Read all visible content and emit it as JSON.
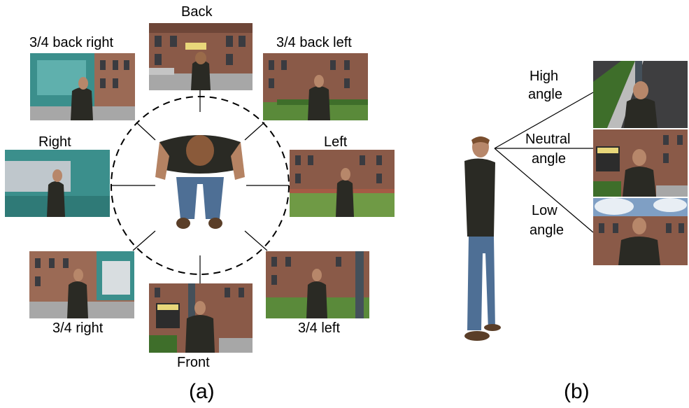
{
  "panel_a": {
    "views": {
      "back": "Back",
      "back_right": "3/4 back right",
      "back_left": "3/4 back left",
      "right": "Right",
      "left": "Left",
      "right34": "3/4 right",
      "left34": "3/4 left",
      "front": "Front"
    },
    "caption": "(a)"
  },
  "panel_b": {
    "angles": {
      "high_1": "High",
      "high_2": "angle",
      "neutral_1": "Neutral",
      "neutral_2": "angle",
      "low_1": "Low",
      "low_2": "angle"
    },
    "caption": "(b)"
  },
  "colors": {
    "brick": "#8a5a48",
    "sky": "#cfd8e0",
    "grass": "#5a8a3a",
    "shirt": "#2a2a24",
    "teal": "#3b8f8c",
    "pavement": "#a7a7a7"
  }
}
